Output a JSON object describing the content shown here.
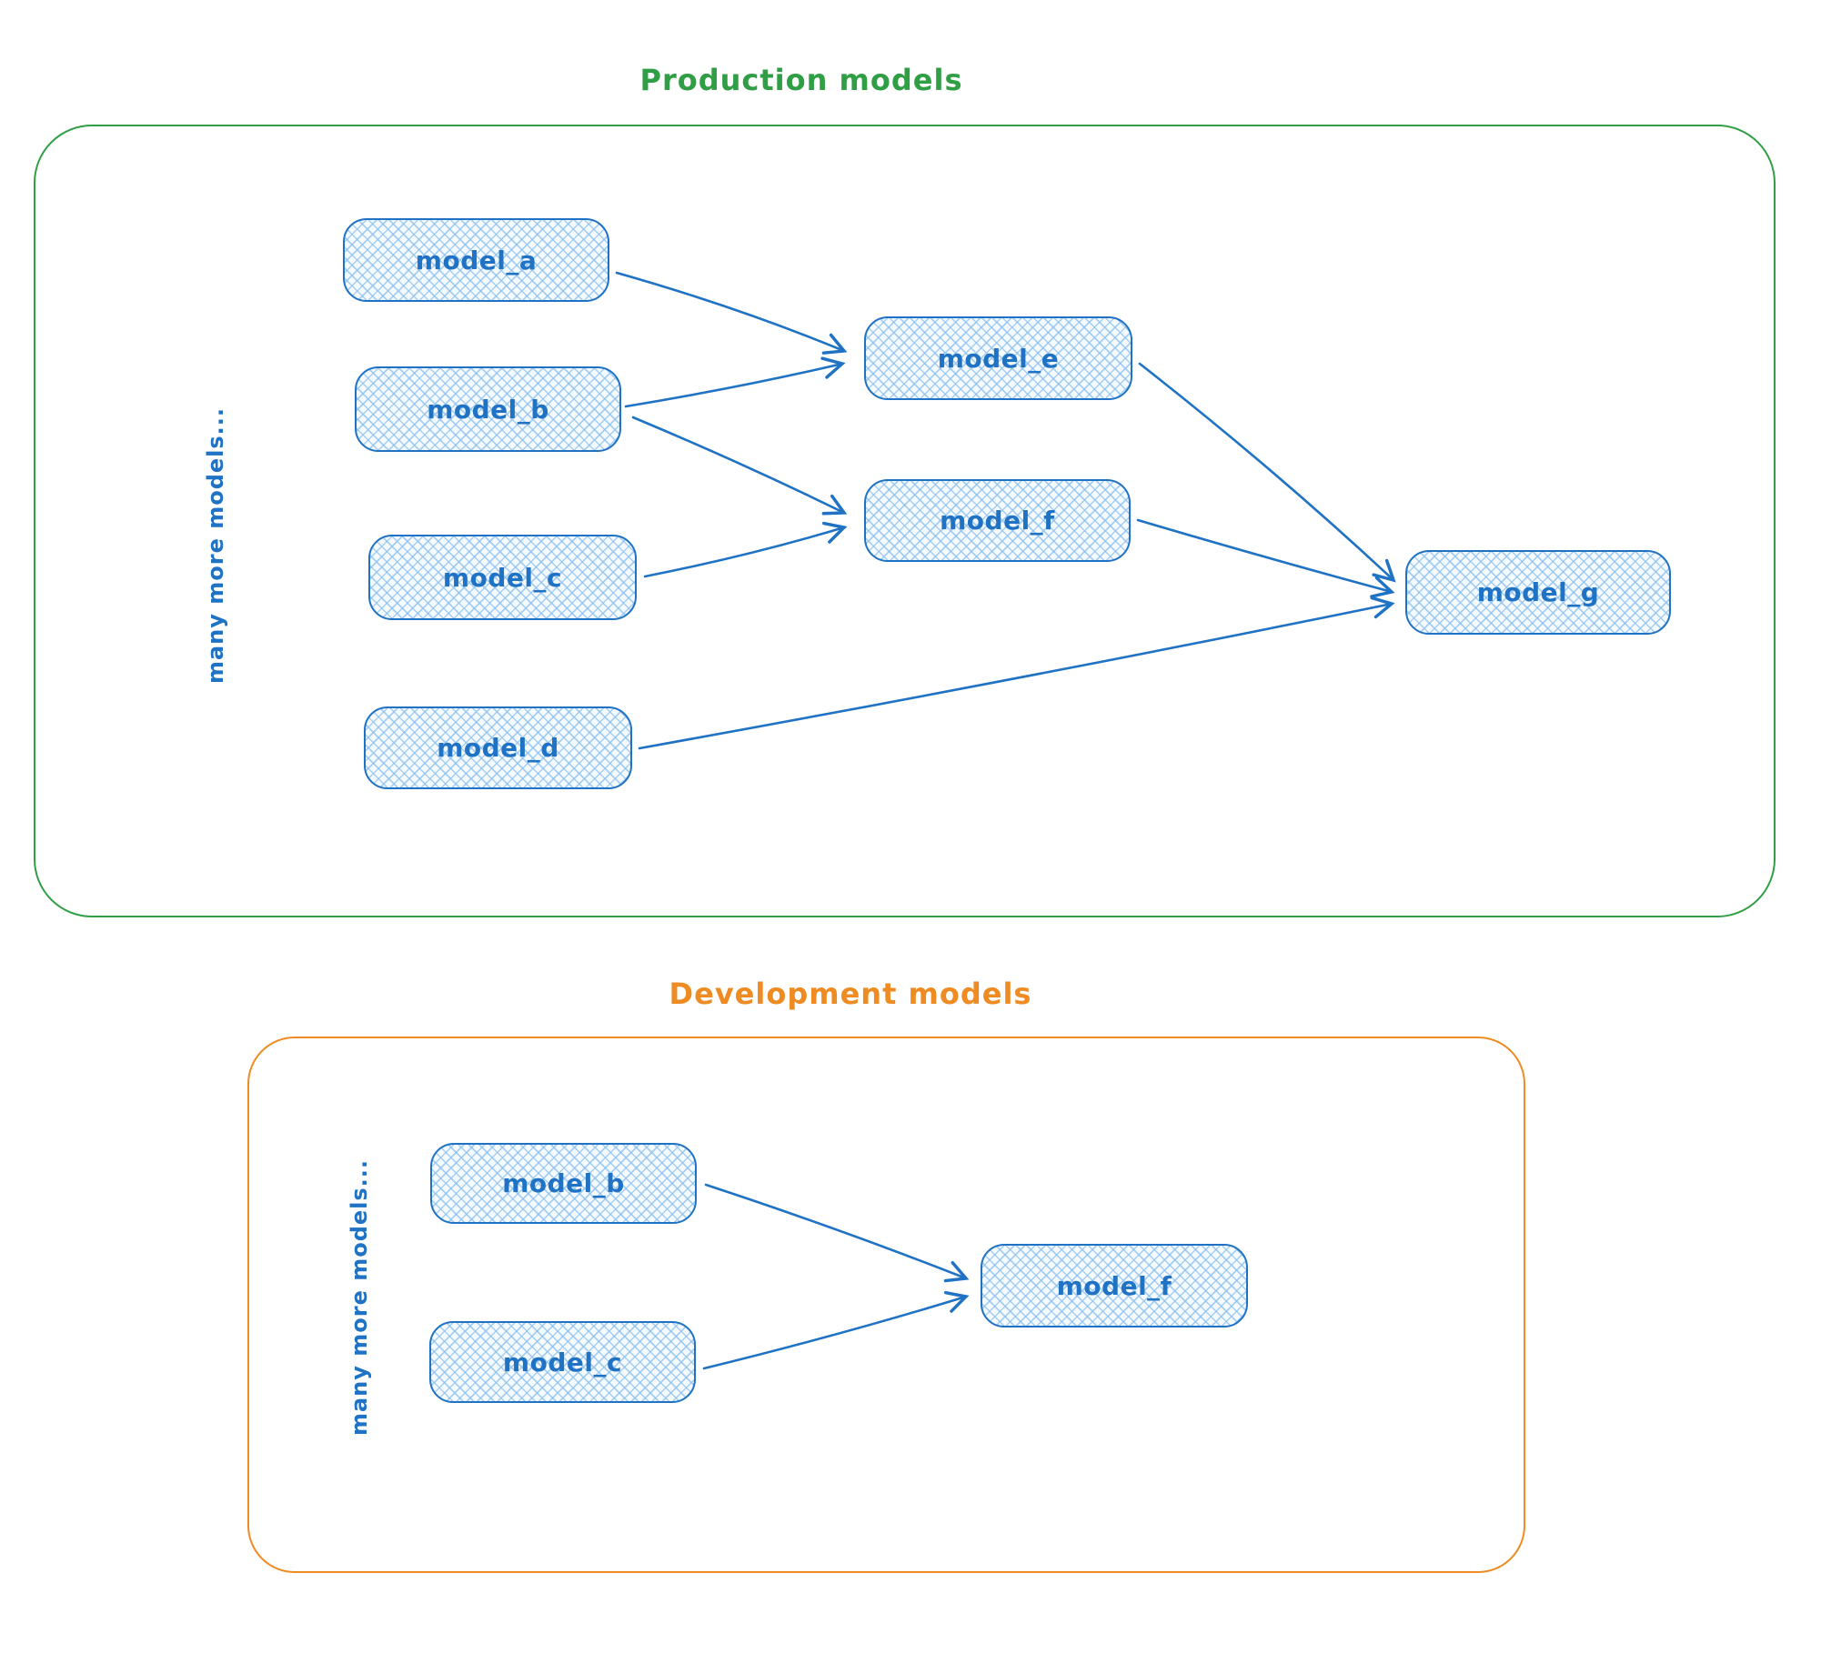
{
  "colors": {
    "blue": "#1f72c4",
    "blue-fill": "#f5fafe",
    "green": "#2f9e44",
    "orange": "#ee8b22"
  },
  "production": {
    "title": "Production models",
    "side_label": "many more models...",
    "nodes": {
      "a": {
        "label": "model_a"
      },
      "b": {
        "label": "model_b"
      },
      "c": {
        "label": "model_c"
      },
      "d": {
        "label": "model_d"
      },
      "e": {
        "label": "model_e"
      },
      "f": {
        "label": "model_f"
      },
      "g": {
        "label": "model_g"
      }
    },
    "edges": [
      {
        "from": "model_a",
        "to": "model_e"
      },
      {
        "from": "model_b",
        "to": "model_e"
      },
      {
        "from": "model_b",
        "to": "model_f"
      },
      {
        "from": "model_c",
        "to": "model_f"
      },
      {
        "from": "model_e",
        "to": "model_g"
      },
      {
        "from": "model_f",
        "to": "model_g"
      },
      {
        "from": "model_d",
        "to": "model_g"
      }
    ]
  },
  "development": {
    "title": "Development models",
    "side_label": "many more models...",
    "nodes": {
      "b": {
        "label": "model_b"
      },
      "c": {
        "label": "model_c"
      },
      "f": {
        "label": "model_f"
      }
    },
    "edges": [
      {
        "from": "model_b",
        "to": "model_f"
      },
      {
        "from": "model_c",
        "to": "model_f"
      }
    ]
  }
}
